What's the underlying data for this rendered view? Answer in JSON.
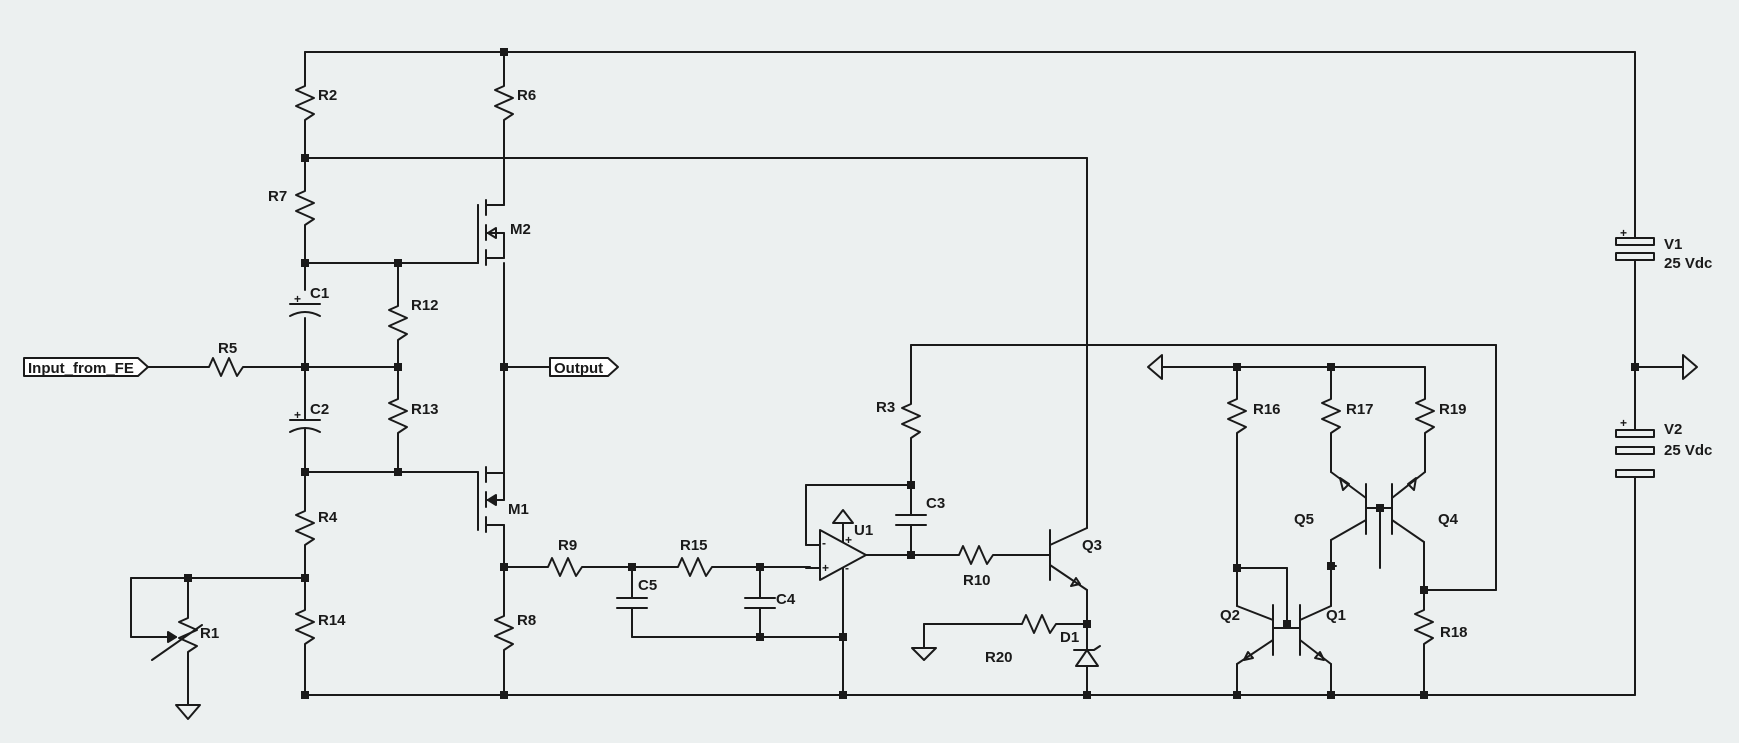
{
  "ports": {
    "input": "Input_from_FE",
    "output": "Output"
  },
  "resistors": [
    "R1",
    "R2",
    "R3",
    "R4",
    "R5",
    "R6",
    "R7",
    "R8",
    "R9",
    "R10",
    "R12",
    "R13",
    "R14",
    "R15",
    "R16",
    "R17",
    "R18",
    "R19",
    "R20"
  ],
  "capacitors": [
    "C1",
    "C2",
    "C3",
    "C4",
    "C5"
  ],
  "transistors": [
    "M1",
    "M2",
    "Q1",
    "Q2",
    "Q3",
    "Q4",
    "Q5"
  ],
  "opamp": "U1",
  "diode": "D1",
  "sources": {
    "v1": {
      "name": "V1",
      "value": "25 Vdc"
    },
    "v2": {
      "name": "V2",
      "value": "25 Vdc"
    }
  },
  "polarity": {
    "plus": "+",
    "minus": "-"
  }
}
